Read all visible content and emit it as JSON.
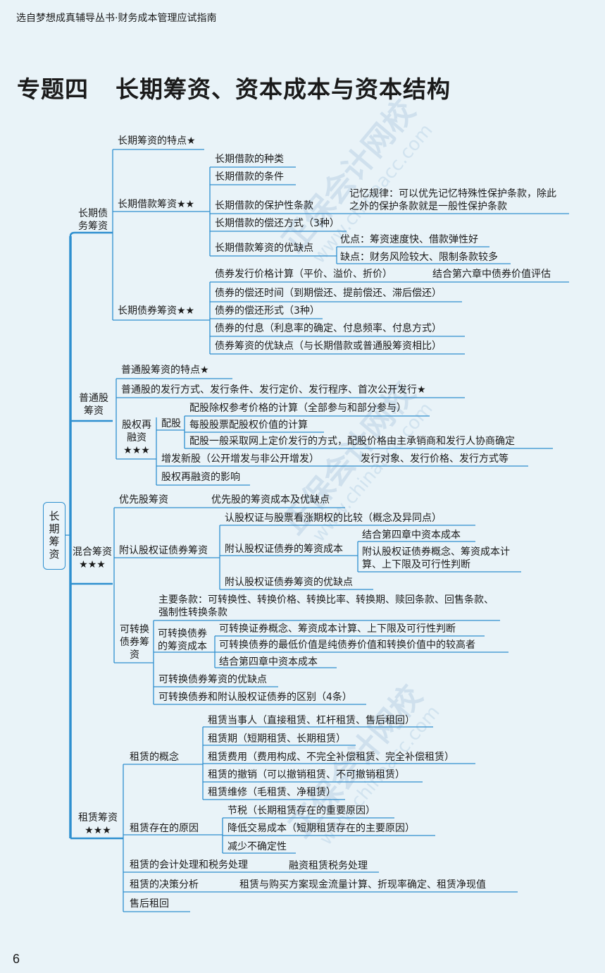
{
  "header": "选自梦想成真辅导丛书·财务成本管理应试指南",
  "title": {
    "chapter": "专题四",
    "topic": "长期筹资、资本成本与资本结构"
  },
  "page_number": "6",
  "root": "长期筹资",
  "watermark": {
    "brand": "正保会计网校",
    "url": "www.chinaacc.com"
  },
  "b1": {
    "label": "长期债务筹资",
    "features": "长期筹资的特点★",
    "loan": {
      "label": "长期借款筹资★★",
      "types": "长期借款的种类",
      "conditions": "长期借款的条件",
      "covenants": "长期借款的保护性条款",
      "covenant_note": "记忆规律：可以优先记忆特殊性保护条款，除此之外的保护条款就是一般性保护条款",
      "repay": "长期借款的偿还方式（3种）",
      "pros_cons": "长期借款筹资的优缺点",
      "pros": "优点：筹资速度快、借款弹性好",
      "cons": "缺点：财务风险较大、限制条款较多"
    },
    "bond": {
      "label": "长期债券筹资★★",
      "price": "债券发行价格计算（平价、溢价、折价）",
      "price_note": "结合第六章中债券价值评估",
      "time": "债券的偿还时间（到期偿还、提前偿还、滞后偿还）",
      "form": "债券的偿还形式（3种）",
      "interest": "债券的付息（利息率的确定、付息频率、付息方式）",
      "pros_cons": "债券筹资的优缺点（与长期借款或普通股筹资相比）"
    }
  },
  "b2": {
    "label": "普通股筹资",
    "features": "普通股筹资的特点★",
    "issue": "普通股的发行方式、发行条件、发行定价、发行程序、首次公开发行★",
    "refin": {
      "label": "股权再融资★★★",
      "rights": "配股",
      "r1": "配股除权参考价格的计算（全部参与和部分参与）",
      "r2": "每股股票配股权价值的计算",
      "r3": "配股一般采取网上定价发行的方式，配股价格由主承销商和发行人协商确定",
      "new": "增发新股（公开增发与非公开增发）",
      "new_note": "发行对象、发行价格、发行方式等",
      "impact": "股权再融资的影响"
    }
  },
  "b3": {
    "label": "混合筹资★★★",
    "pref": "优先股筹资",
    "pref_note": "优先股的筹资成本及优缺点",
    "warrant": {
      "label": "附认股权证债券筹资",
      "w1": "认股权证与股票看涨期权的比较（概念及异同点）",
      "cost": "附认股权证债券的筹资成本",
      "cost_note1": "结合第四章中资本成本",
      "cost_note2": "附认股权证债券概念、筹资成本计算、上下限及可行性判断",
      "pc": "附认股权证债券筹资的优缺点"
    },
    "conv": {
      "label": "可转换债券筹资",
      "terms": "主要条款：可转换性、转换价格、转换比率、转换期、赎回条款、回售条款、强制性转换条款",
      "cost": "可转换债券的筹资成本",
      "c1": "可转换证券概念、筹资成本计算、上下限及可行性判断",
      "c2": "可转换债券的最低价值是纯债券价值和转换价值中的较高者",
      "c3": "结合第四章中资本成本",
      "pc": "可转换债券筹资的优缺点",
      "diff": "可转换债券和附认股权证债券的区别（4条）"
    }
  },
  "b4": {
    "label": "租赁筹资★★★",
    "concept": {
      "label": "租赁的概念",
      "l1": "租赁当事人（直接租赁、杠杆租赁、售后租回）",
      "l2": "租赁期（短期租赁、长期租赁）",
      "l3": "租赁费用（费用构成、不完全补偿租赁、完全补偿租赁）",
      "l4": "租赁的撤销（可以撤销租赁、不可撤销租赁）",
      "l5": "租赁维修（毛租赁、净租赁）"
    },
    "reason": {
      "label": "租赁存在的原因",
      "r1": "节税（长期租赁存在的重要原因）",
      "r2": "降低交易成本（短期租赁存在的主要原因）",
      "r3": "减少不确定性"
    },
    "acct": "租赁的会计处理和税务处理",
    "acct_note": "融资租赁税务处理",
    "decision": "租赁的决策分析",
    "decision_note": "租赁与购买方案现金流量计算、折现率确定、租赁净现值",
    "leaseback": "售后租回"
  }
}
